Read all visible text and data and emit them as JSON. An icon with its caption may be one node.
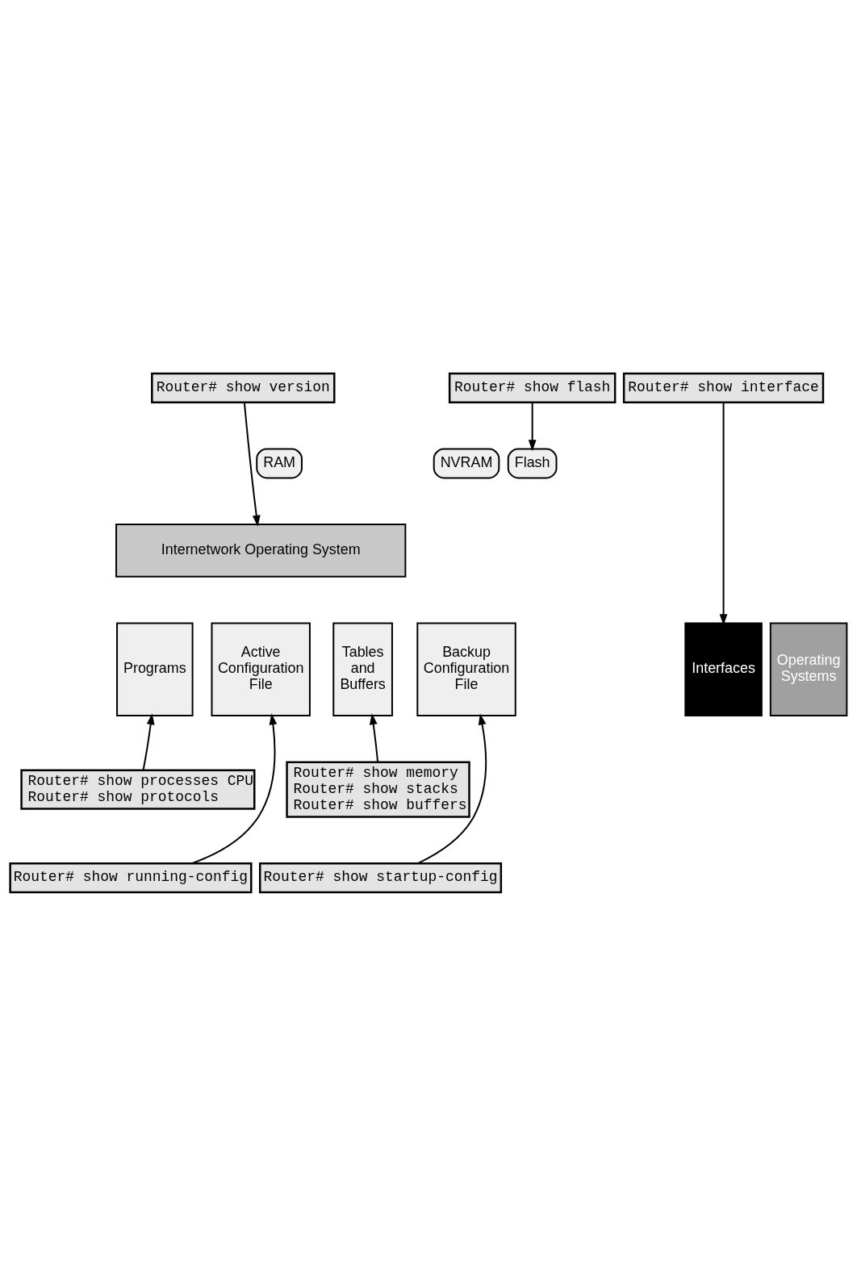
{
  "diagram": {
    "nodes": [
      {
        "text": [
          "Router# show version"
        ]
      },
      {
        "text": [
          "Router# show flash"
        ]
      },
      {
        "text": [
          "Router# show interface"
        ]
      },
      {
        "text": [
          "RAM"
        ]
      },
      {
        "text": [
          "NVRAM"
        ]
      },
      {
        "text": [
          "Flash"
        ]
      },
      {
        "text": [
          "Internetwork Operating System"
        ]
      },
      {
        "text": [
          "Programs"
        ]
      },
      {
        "text": [
          "Active Configuration File"
        ]
      },
      {
        "text": [
          "Tables and Buffers"
        ]
      },
      {
        "text": [
          "Backup Configuration File"
        ]
      },
      {
        "text": [
          "Operating Systems"
        ]
      },
      {
        "text": [
          "Interfaces"
        ]
      },
      {
        "text": [
          "Router# show processes CPU",
          "Router# show protocols"
        ]
      },
      {
        "text": [
          "Router# show memory",
          "Router# show stacks",
          "Router# show buffers"
        ]
      },
      {
        "text": [
          "Router# show running-config"
        ]
      },
      {
        "text": [
          "Router# show startup-config"
        ]
      }
    ],
    "edges": [
      {
        "from": 0,
        "to": 6,
        "arrow": "to"
      },
      {
        "from": 1,
        "to": 5,
        "arrow": "to"
      },
      {
        "from": 2,
        "to": 12,
        "arrow": "to"
      },
      {
        "from": 13,
        "to": 7,
        "arrow": "to"
      },
      {
        "from": 15,
        "to": 8,
        "arrow": "to"
      },
      {
        "from": 14,
        "to": 9,
        "arrow": "to"
      },
      {
        "from": 16,
        "to": 10,
        "arrow": "to"
      }
    ]
  }
}
